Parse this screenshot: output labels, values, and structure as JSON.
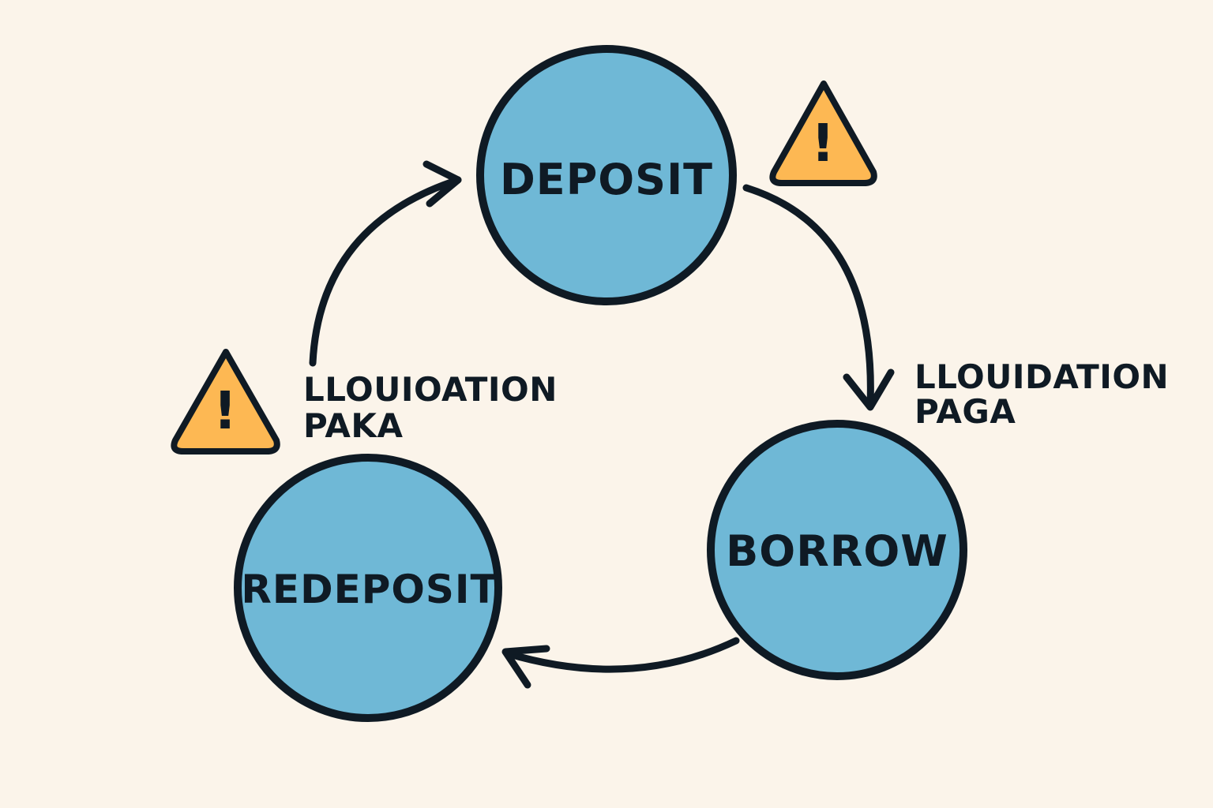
{
  "nodes": {
    "deposit": {
      "label": "DEPOSIT"
    },
    "borrow": {
      "label": "BORROW"
    },
    "redeposit": {
      "label": "REDEPOSIT"
    }
  },
  "warnings": {
    "left": {
      "line1": "LLOUIOATION",
      "line2": "PAKA",
      "symbol": "!"
    },
    "right": {
      "line1": "LLOUIDATION",
      "line2": "PAGA",
      "symbol": "!"
    }
  },
  "colors": {
    "background": "#fbf4ea",
    "node_fill": "#6fb8d6",
    "stroke": "#0f1a24",
    "warning_fill": "#fdb853"
  },
  "icons": [
    "warning-triangle-icon",
    "arrow-icon"
  ]
}
